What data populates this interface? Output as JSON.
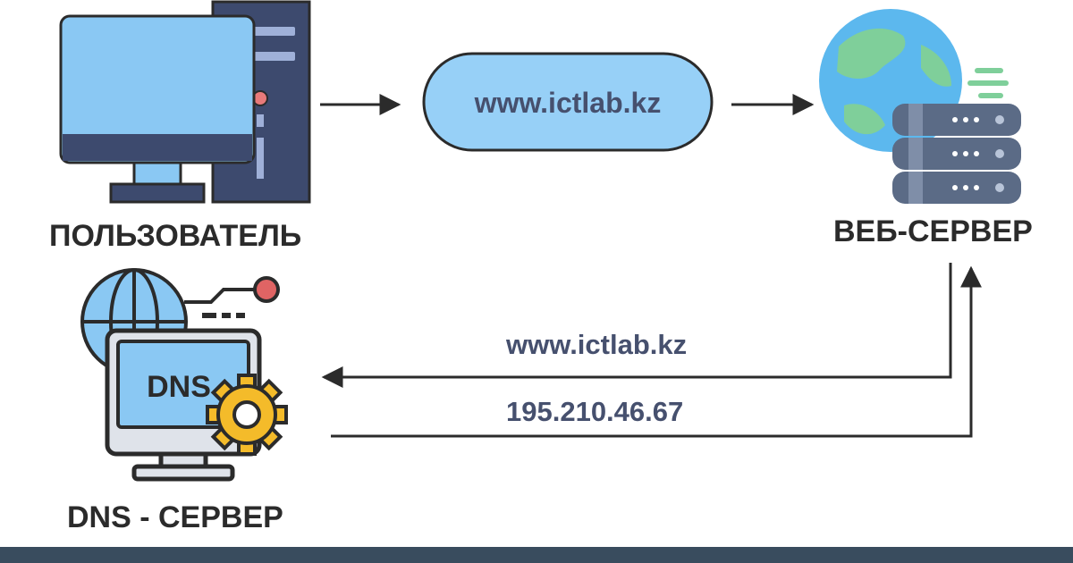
{
  "diagram": {
    "nodes": {
      "user": {
        "label": "ПОЛЬЗОВАТЕЛЬ"
      },
      "web_server": {
        "label": "ВЕБ-СЕРВЕР"
      },
      "dns_server": {
        "label": "DNS - СЕРВЕР",
        "screen_text": "DNS"
      }
    },
    "request_pill": {
      "label": "www.ictlab.kz"
    },
    "flows": {
      "query_label": "www.ictlab.kz",
      "answer_label": "195.210.46.67"
    }
  },
  "colors": {
    "outline": "#2b2b2b",
    "screen_blue": "#8ac8f3",
    "tower": "#3d4a6e",
    "pill_fill": "#97d0f7",
    "text_blue": "#46506e",
    "footer_bar": "#394c5e",
    "gear": "#f4bb2a",
    "globe_water": "#5cb8ee",
    "globe_land": "#7fcf9a",
    "server_rack": "#5b6b86"
  }
}
